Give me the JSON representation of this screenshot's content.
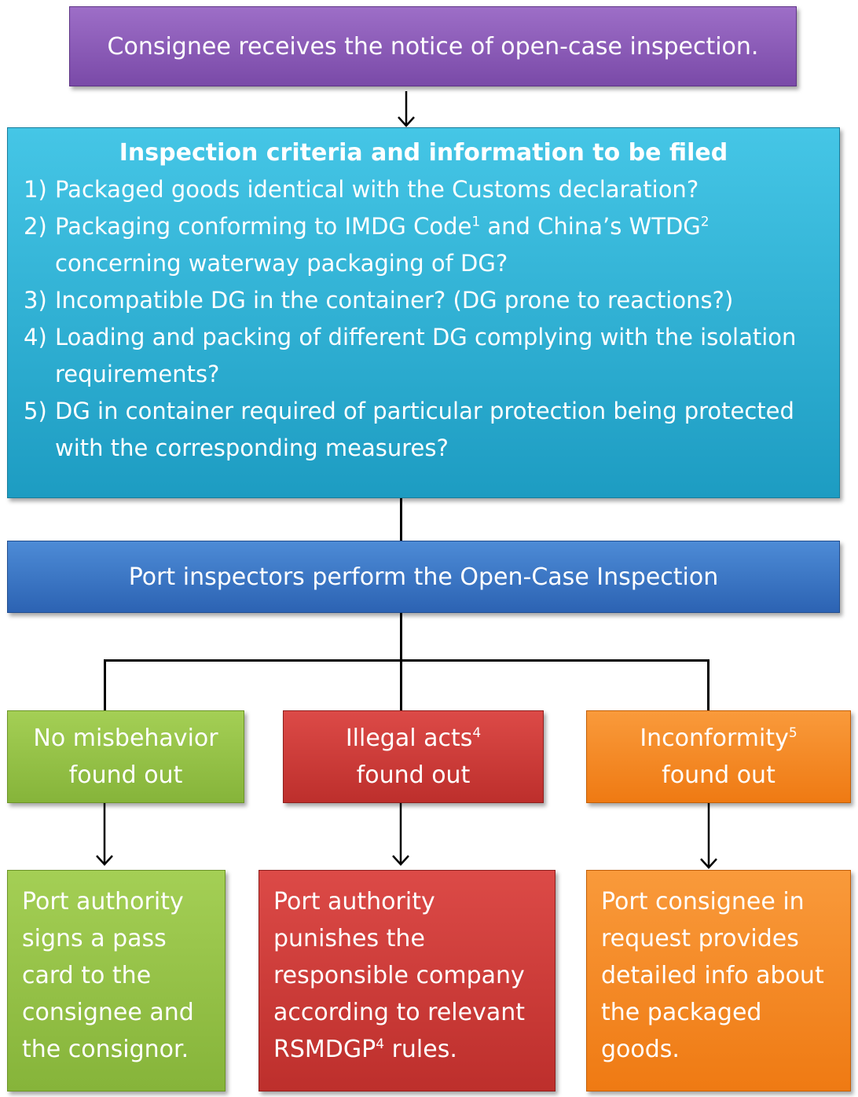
{
  "notice": {
    "text": "Consignee receives the notice of open-case inspection."
  },
  "criteria": {
    "heading": "Inspection criteria and information to be filed",
    "items": [
      {
        "num": "1)",
        "text": "Packaged goods identical with the Customs declaration?"
      },
      {
        "num": "2)",
        "text_a": "Packaging conforming to IMDG Code",
        "sup_a": "1",
        "text_b": " and China’s WTDG",
        "sup_b": "2",
        "text_c": "concerning waterway packaging of DG?"
      },
      {
        "num": "3)",
        "text": "Incompatible DG in the container? (DG prone to reactions?)"
      },
      {
        "num": "4)",
        "text": "Loading and packing of different DG complying with the isolation requirements?"
      },
      {
        "num": "5)",
        "text": "DG in container required of particular protection being protected with the corresponding measures?"
      }
    ]
  },
  "inspection": {
    "text": "Port inspectors perform the Open-Case Inspection"
  },
  "outcomes": {
    "none": {
      "line1": "No misbehavior",
      "line2": "found out"
    },
    "illegal": {
      "line1": "Illegal acts",
      "sup": "4",
      "line2": "found out"
    },
    "inconformity": {
      "line1": "Inconformity",
      "sup": "5",
      "line2": "found out"
    }
  },
  "actions": {
    "pass": {
      "text": "Port authority signs a pass card to the consignee and the consignor."
    },
    "punish": {
      "text_a": "Port authority punishes the responsible company according to relevant RSMDGP",
      "sup": "4",
      "text_b": " rules."
    },
    "provide": {
      "text": "Port consignee in request provides detailed info about the packaged goods."
    }
  }
}
